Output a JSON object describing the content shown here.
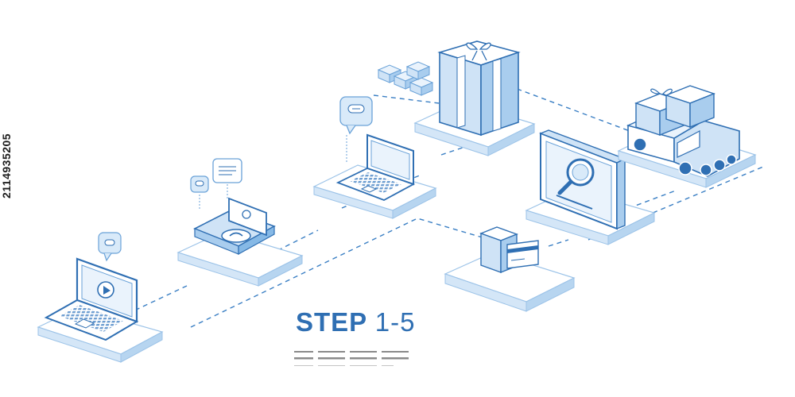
{
  "stock_id": "2114935205",
  "title": {
    "step_word": "STEP",
    "range": "1-5"
  },
  "colors": {
    "primary": "#2f6fb3",
    "light": "#a9cdee",
    "pale": "#e3f0fb",
    "line": "#3a7fc4",
    "text": "#1d1d1d"
  },
  "stations": [
    {
      "id": "laptop-video",
      "icon": "laptop-icon"
    },
    {
      "id": "payment-terminal",
      "icon": "payment-terminal-icon"
    },
    {
      "id": "laptop-chat",
      "icon": "laptop-icon"
    },
    {
      "id": "gift-box",
      "icon": "gift-box-icon"
    },
    {
      "id": "credit-card-wallet",
      "icon": "credit-card-icon"
    },
    {
      "id": "search-monitor",
      "icon": "magnifier-icon"
    },
    {
      "id": "delivery-truck",
      "icon": "delivery-truck-icon"
    }
  ]
}
